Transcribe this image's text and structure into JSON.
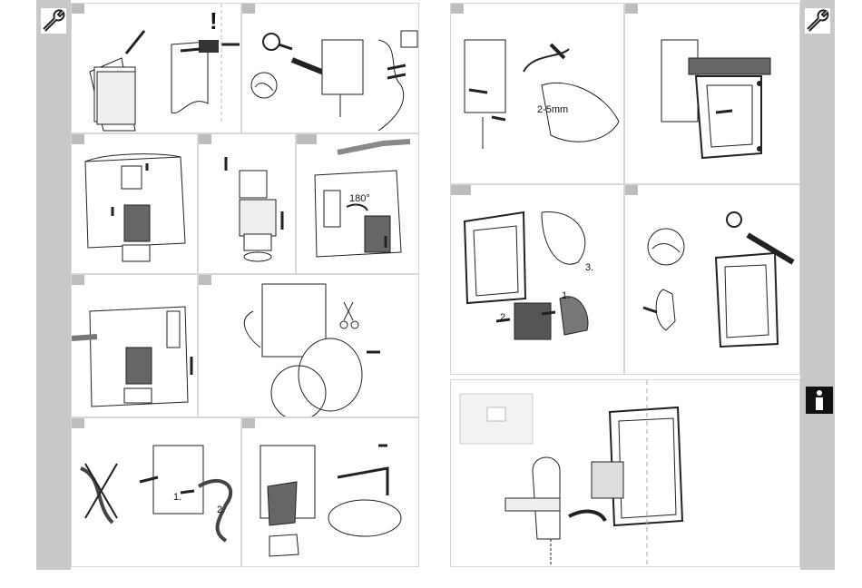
{
  "left_page": {
    "tool_icon": "wrench-icon",
    "panels": [
      {
        "id": "p1",
        "labels": []
      },
      {
        "id": "p2",
        "labels": []
      },
      {
        "id": "p3",
        "labels": []
      },
      {
        "id": "p4",
        "labels": []
      },
      {
        "id": "p5",
        "labels": [
          "180°"
        ]
      },
      {
        "id": "p6",
        "labels": []
      },
      {
        "id": "p7",
        "labels": []
      },
      {
        "id": "p8",
        "labels": [
          "1.",
          "2."
        ]
      },
      {
        "id": "p9",
        "labels": []
      }
    ],
    "warning_symbol": "!"
  },
  "right_page": {
    "tool_icon": "wrench-icon",
    "info_icon": "info-icon",
    "panels": [
      {
        "id": "r1",
        "labels": [
          "2-5mm"
        ]
      },
      {
        "id": "r2",
        "labels": []
      },
      {
        "id": "r3",
        "labels": [
          "3.",
          "1.",
          "2."
        ]
      },
      {
        "id": "r4",
        "labels": []
      },
      {
        "id": "r5",
        "labels": []
      }
    ]
  }
}
